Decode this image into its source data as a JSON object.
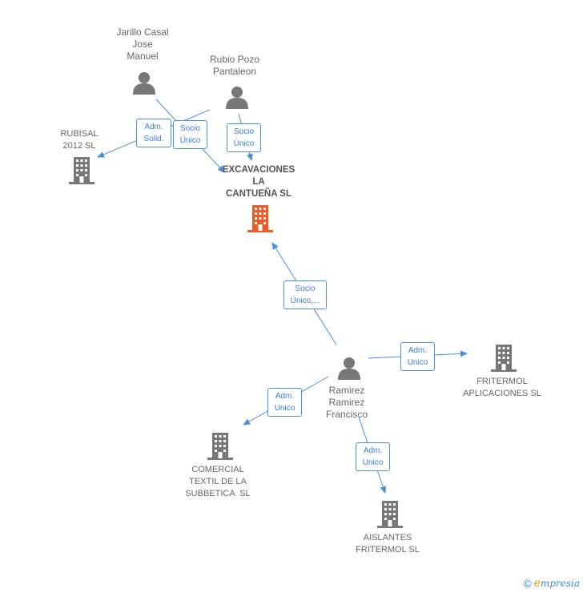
{
  "colors": {
    "person": "#777777",
    "company": "#777777",
    "focus": "#f05a28",
    "edge": "#4a90d9"
  },
  "nodes": {
    "jarillo": {
      "lines": [
        "Jarillo Casal",
        "Jose",
        "Manuel"
      ],
      "icon": "person-icon"
    },
    "rubio": {
      "lines": [
        "Rubio Pozo",
        "Pantaleon"
      ],
      "icon": "person-icon"
    },
    "rubisal": {
      "lines": [
        "RUBISAL",
        "2012 SL"
      ],
      "icon": "building-icon"
    },
    "excavaciones": {
      "lines": [
        "EXCAVACIONES",
        "LA",
        "CANTUEÑA SL"
      ],
      "icon": "building-icon"
    },
    "ramirez": {
      "lines": [
        "Ramirez",
        "Ramirez",
        "Francisco"
      ],
      "icon": "person-icon"
    },
    "fritermol_apl": {
      "lines": [
        "FRITERMOL",
        "APLICACIONES SL"
      ],
      "icon": "building-icon"
    },
    "comercial": {
      "lines": [
        "COMERCIAL",
        "TEXTIL DE LA",
        "SUBBETICA  SL"
      ],
      "icon": "building-icon"
    },
    "aislantes": {
      "lines": [
        "AISLANTES",
        "FRITERMOL SL"
      ],
      "icon": "building-icon"
    }
  },
  "roles": {
    "jarillo_rubisal": [
      "Adm.",
      "Solid."
    ],
    "jarillo_excav": [
      "Socio",
      "Único"
    ],
    "rubio_excav": [
      "Socio",
      "Único"
    ],
    "ramirez_excav": [
      "Socio",
      "Único,..."
    ],
    "ramirez_fritermol": [
      "Adm.",
      "Unico"
    ],
    "ramirez_comercial": [
      "Adm.",
      "Unico"
    ],
    "ramirez_aislantes": [
      "Adm.",
      "Unico"
    ]
  },
  "footer": {
    "copyright": "©",
    "brand_initial": "e",
    "brand_rest": "mpresia"
  }
}
